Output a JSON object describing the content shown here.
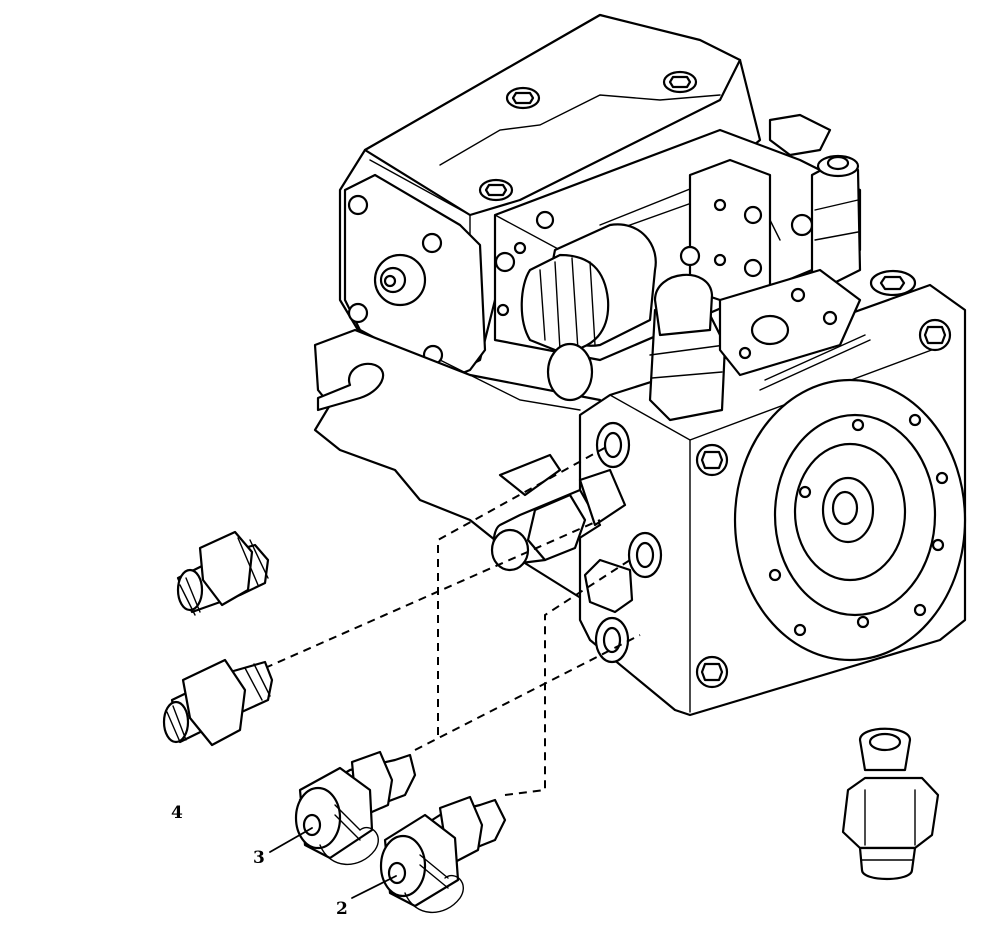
{
  "labels": {
    "item_2": "2",
    "item_3": "3",
    "item_4": "4"
  },
  "colors": {
    "ink": "#000000",
    "paper": "#ffffff"
  }
}
